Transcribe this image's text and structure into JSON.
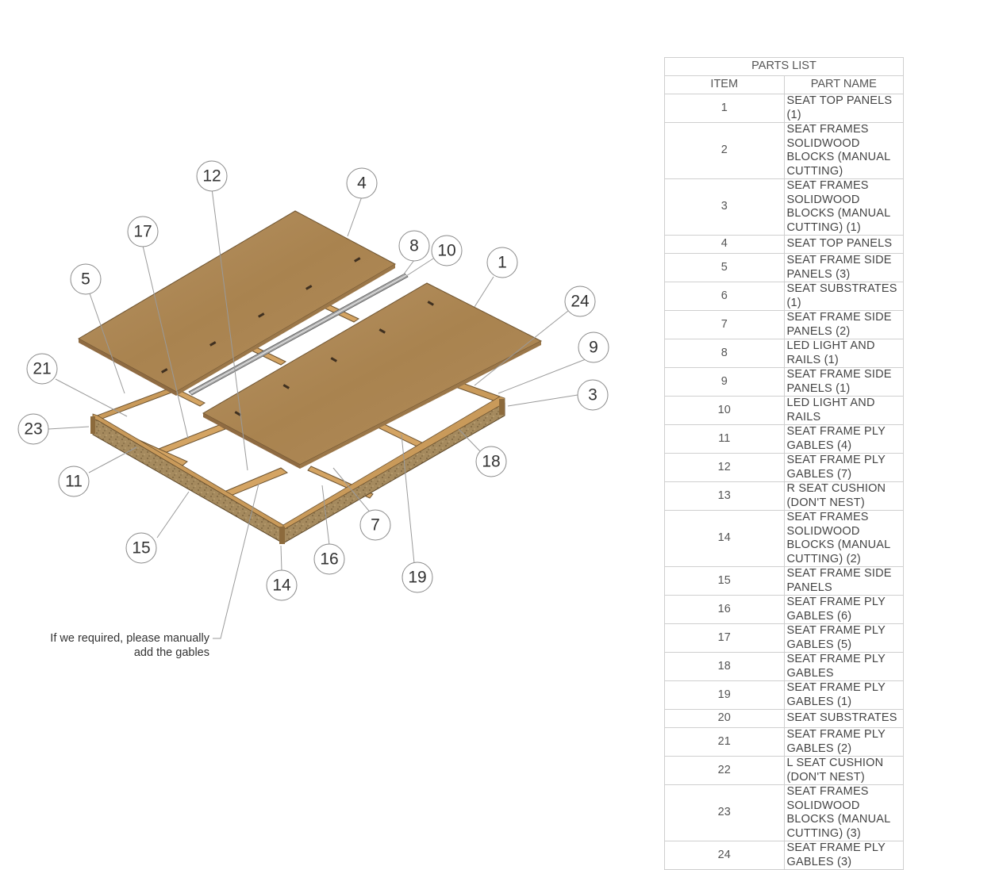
{
  "parts_list": {
    "title": "PARTS LIST",
    "col_item": "ITEM",
    "col_name": "PART NAME",
    "rows": [
      {
        "item": "1",
        "lines": [
          "SEAT TOP PANELS (1)"
        ]
      },
      {
        "item": "2",
        "lines": [
          "SEAT FRAMES SOLIDWOOD",
          "BLOCKS (MANUAL CUTTING)"
        ]
      },
      {
        "item": "3",
        "lines": [
          "SEAT FRAMES SOLIDWOOD",
          "BLOCKS (MANUAL CUTTING) (1)"
        ]
      },
      {
        "item": "4",
        "lines": [
          "SEAT TOP PANELS"
        ]
      },
      {
        "item": "5",
        "lines": [
          "SEAT FRAME SIDE PANELS (3)"
        ]
      },
      {
        "item": "6",
        "lines": [
          "SEAT SUBSTRATES (1)"
        ]
      },
      {
        "item": "7",
        "lines": [
          "SEAT FRAME SIDE PANELS (2)"
        ]
      },
      {
        "item": "8",
        "lines": [
          "LED LIGHT AND RAILS (1)"
        ]
      },
      {
        "item": "9",
        "lines": [
          "SEAT FRAME SIDE PANELS (1)"
        ]
      },
      {
        "item": "10",
        "lines": [
          "LED LIGHT AND RAILS"
        ]
      },
      {
        "item": "11",
        "lines": [
          "SEAT FRAME PLY GABLES (4)"
        ]
      },
      {
        "item": "12",
        "lines": [
          "SEAT FRAME PLY GABLES (7)"
        ]
      },
      {
        "item": "13",
        "lines": [
          "R SEAT CUSHION (DON'T NEST)"
        ]
      },
      {
        "item": "14",
        "lines": [
          "SEAT FRAMES SOLIDWOOD",
          "BLOCKS (MANUAL CUTTING) (2)"
        ]
      },
      {
        "item": "15",
        "lines": [
          "SEAT FRAME SIDE PANELS"
        ]
      },
      {
        "item": "16",
        "lines": [
          "SEAT FRAME PLY GABLES (6)"
        ]
      },
      {
        "item": "17",
        "lines": [
          "SEAT FRAME PLY GABLES (5)"
        ]
      },
      {
        "item": "18",
        "lines": [
          "SEAT FRAME PLY GABLES"
        ]
      },
      {
        "item": "19",
        "lines": [
          "SEAT FRAME PLY GABLES (1)"
        ]
      },
      {
        "item": "20",
        "lines": [
          "SEAT SUBSTRATES"
        ]
      },
      {
        "item": "21",
        "lines": [
          "SEAT FRAME PLY GABLES (2)"
        ]
      },
      {
        "item": "22",
        "lines": [
          "L SEAT CUSHION (DON'T NEST)"
        ]
      },
      {
        "item": "23",
        "lines": [
          "SEAT FRAMES SOLIDWOOD",
          "BLOCKS (MANUAL CUTTING) (3)"
        ]
      },
      {
        "item": "24",
        "lines": [
          "SEAT FRAME PLY GABLES (3)"
        ]
      }
    ]
  },
  "callouts": {
    "b1": "1",
    "b3": "3",
    "b4": "4",
    "b5": "5",
    "b7": "7",
    "b8": "8",
    "b9": "9",
    "b10": "10",
    "b11": "11",
    "b12": "12",
    "b14": "14",
    "b15": "15",
    "b16": "16",
    "b17": "17",
    "b18": "18",
    "b19": "19",
    "b21": "21",
    "b23": "23",
    "b24": "24"
  },
  "note": {
    "line1": "If we required, please manually",
    "line2": "add the gables"
  },
  "colors": {
    "wood_top": "#b08a5c",
    "wood_edge": "#8f6b42",
    "osb": "#a58a5e",
    "ply": "#c99a5a",
    "balloon_stroke": "#8a8a8a",
    "leader": "#9a9a9a"
  }
}
